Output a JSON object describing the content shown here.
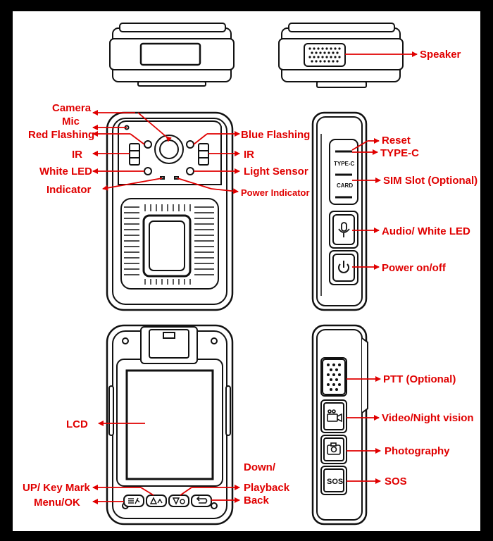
{
  "labels": {
    "speaker": "Speaker",
    "camera": "Camera",
    "mic": "Mic",
    "red_flashing": "Red Flashing",
    "blue_flashing": "Blue Flashing",
    "ir_left": "IR",
    "ir_right": "IR",
    "white_led": "White LED",
    "light_sensor": "Light Sensor",
    "indicator": "Indicator",
    "power_indicator": "Power Indicator",
    "reset": "Reset",
    "type_c": "TYPE-C",
    "sim_slot": "SIM Slot (Optional)",
    "audio_white_led": "Audio/ White LED",
    "power_onoff": "Power on/off",
    "lcd": "LCD",
    "up_key_mark": "UP/ Key Mark",
    "menu_ok": "Menu/OK",
    "down": "Down/",
    "playback": "Playback",
    "back": "Back",
    "ptt": "PTT (Optional)",
    "video_night": "Video/Night vision",
    "photography": "Photography",
    "sos": "SOS"
  },
  "device_text": {
    "port_type_c": "TYPE-C",
    "port_card": "CARD",
    "sos_button": "SOS"
  },
  "colors": {
    "accent": "#e00000",
    "line": "#111111",
    "background": "#000000",
    "panel": "#ffffff"
  },
  "icons": [
    "microphone-icon",
    "power-icon",
    "camcorder-icon",
    "camera-icon",
    "menu-icon",
    "up-icon",
    "down-icon",
    "back-icon"
  ]
}
